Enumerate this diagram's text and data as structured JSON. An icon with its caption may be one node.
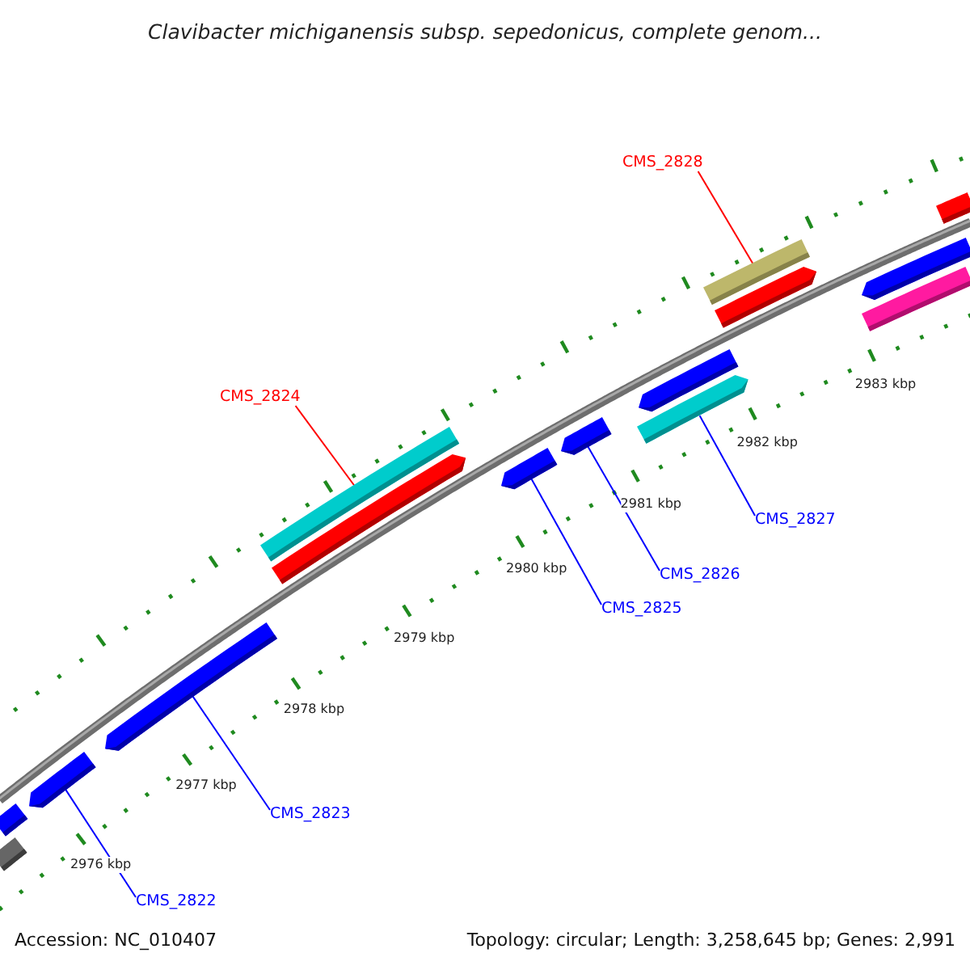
{
  "diagram": {
    "title": "Clavibacter michiganensis subsp. sepedonicus, complete genom...",
    "nodes": [
      {
        "text": [
          "CMS_2828"
        ]
      },
      {
        "text": [
          "CMS_2824"
        ]
      },
      {
        "text": [
          "CMS_2827"
        ]
      },
      {
        "text": [
          "CMS_2826"
        ]
      },
      {
        "text": [
          "CMS_2825"
        ]
      },
      {
        "text": [
          "CMS_2823"
        ]
      },
      {
        "text": [
          "CMS_2822"
        ]
      },
      {
        "text": [],
        "shape": "bar"
      },
      {
        "text": [],
        "shape": "bar"
      },
      {
        "text": [],
        "shape": "bar"
      },
      {
        "text": [],
        "shape": "bar"
      },
      {
        "text": [],
        "shape": "bar"
      },
      {
        "text": [],
        "shape": "bar"
      },
      {
        "text": [],
        "shape": "bar"
      },
      {
        "text": [],
        "shape": "bar"
      },
      {
        "text": [],
        "shape": "bar"
      },
      {
        "text": [],
        "shape": "bar"
      },
      {
        "text": [],
        "shape": "bar"
      },
      {
        "text": [],
        "shape": "bar"
      },
      {
        "text": [],
        "shape": "bar"
      },
      {
        "text": [],
        "shape": "bar"
      },
      {
        "text": [],
        "shape": "bar"
      }
    ],
    "edges": [
      {
        "from": 0,
        "to": 17,
        "arrow": "none",
        "color": "#ff0000"
      },
      {
        "from": 1,
        "to": 11,
        "arrow": "none",
        "color": "#ff0000"
      },
      {
        "from": 2,
        "to": 16,
        "arrow": "none"
      },
      {
        "from": 3,
        "to": 14,
        "arrow": "none"
      },
      {
        "from": 4,
        "to": 13,
        "arrow": "none"
      },
      {
        "from": 5,
        "to": 10,
        "arrow": "none"
      },
      {
        "from": 6,
        "to": 9,
        "arrow": "none"
      }
    ],
    "labels": [
      "2983 kbp",
      "2982 kbp",
      "2981 kbp",
      "2980 kbp",
      "2979 kbp",
      "2978 kbp",
      "2977 kbp",
      "2976 kbp",
      "Accession: NC_010407",
      "Topology: circular; Length: 3,258,645 bp; Genes: 2,991"
    ]
  }
}
